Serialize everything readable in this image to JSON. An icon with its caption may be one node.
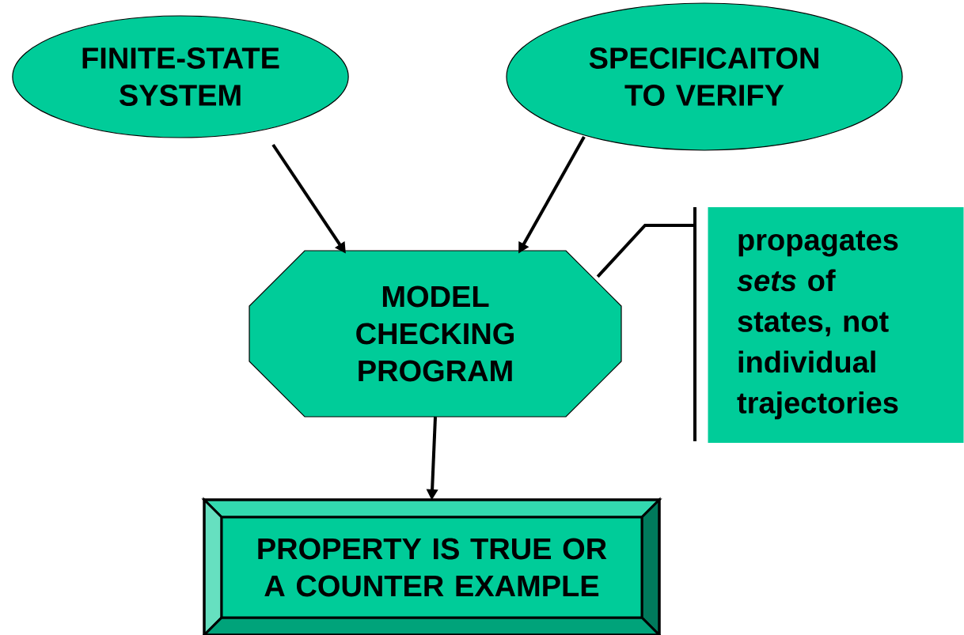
{
  "diagram": {
    "nodes": [
      {
        "text": [
          "FINITE-STATE SYSTEM"
        ]
      },
      {
        "text": [
          "SPECIFICAITON TO VERIFY"
        ]
      },
      {
        "text": [
          "MODEL CHECKING PROGRAM"
        ]
      },
      {
        "text": [
          "propagates *sets* of states, not individual trajectories"
        ]
      },
      {
        "text": [
          "PROPERTY IS TRUE OR A COUNTER EXAMPLE"
        ]
      }
    ],
    "edges": [
      {
        "from": 0,
        "to": 2,
        "arrow": "to"
      },
      {
        "from": 1,
        "to": 2,
        "arrow": "to"
      },
      {
        "from": 2,
        "to": 4,
        "arrow": "to"
      },
      {
        "from": 3,
        "to": 2,
        "arrow": "none"
      }
    ]
  }
}
